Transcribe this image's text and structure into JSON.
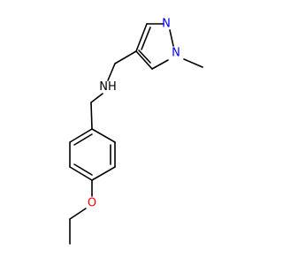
{
  "molecule": {
    "atoms": {
      "N_amine": {
        "symbol": "N",
        "hydrogen": "H",
        "color": "#000000"
      },
      "N_pyrazole_1": {
        "symbol": "N",
        "color": "#0000ff"
      },
      "N_pyrazole_2": {
        "symbol": "N",
        "color": "#0000ff"
      },
      "O_ether": {
        "symbol": "O",
        "color": "#ff0000"
      }
    }
  }
}
